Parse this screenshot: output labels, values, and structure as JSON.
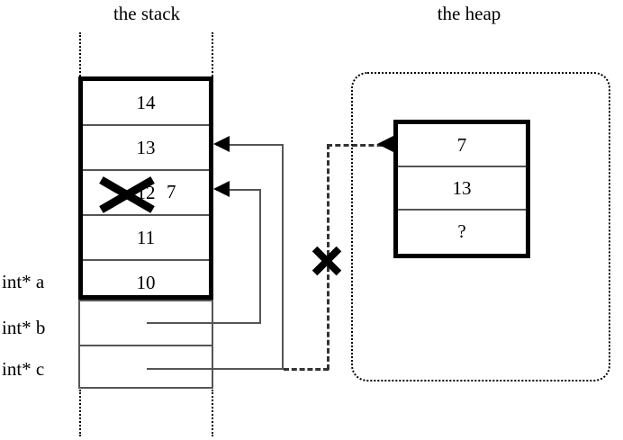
{
  "diagram": {
    "titles": {
      "stack": "the stack",
      "heap": "the heap"
    },
    "stack": {
      "frame_cells": [
        {
          "value": "14",
          "struck": false
        },
        {
          "value": "13",
          "struck": false
        },
        {
          "value": "12",
          "struck": true,
          "replacement": "7"
        },
        {
          "value": "11",
          "struck": false
        },
        {
          "value": "10",
          "struck": false
        }
      ],
      "variables": [
        {
          "label": "int* a",
          "name": "a"
        },
        {
          "label": "int* b",
          "name": "b"
        },
        {
          "label": "int* c",
          "name": "c"
        }
      ]
    },
    "heap": {
      "cells": [
        {
          "value": "7"
        },
        {
          "value": "13"
        },
        {
          "value": "?"
        }
      ]
    },
    "annotations": {
      "struck_value_marker": "x-strike",
      "invalid_pointer_marker": "x-strike",
      "dangling_pointer_from": "int* c"
    },
    "colors": {
      "ink": "#000000",
      "rule": "#555555",
      "background": "#ffffff"
    }
  }
}
